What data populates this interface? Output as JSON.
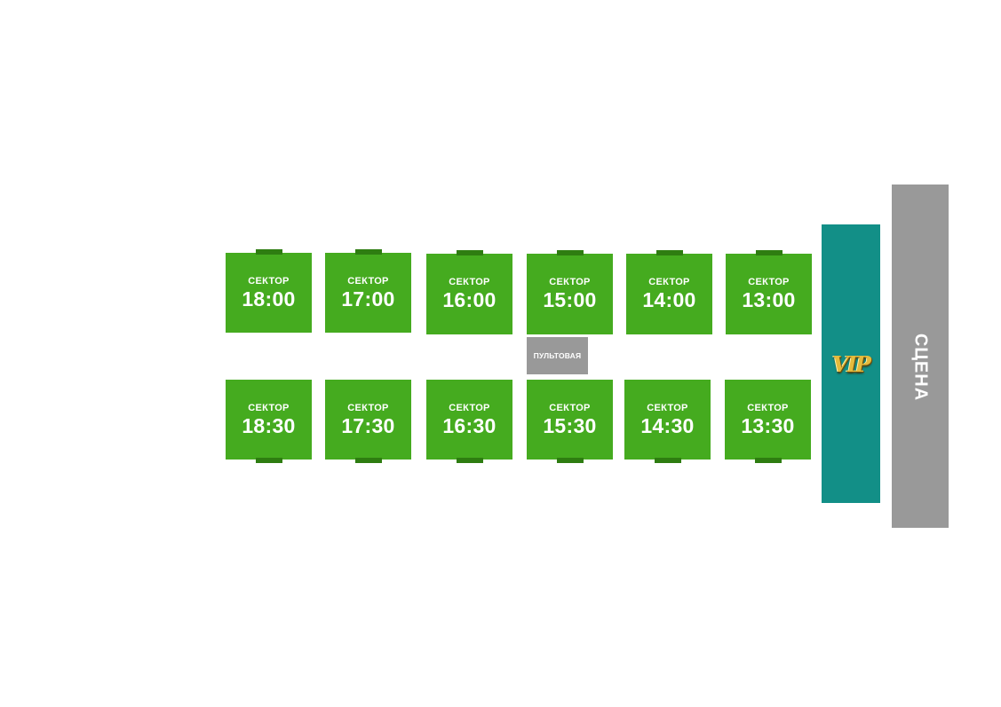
{
  "sector_label": "СЕКТОР",
  "top_row": [
    {
      "time": "18:00"
    },
    {
      "time": "17:00"
    },
    {
      "time": "16:00"
    },
    {
      "time": "15:00"
    },
    {
      "time": "14:00"
    },
    {
      "time": "13:00"
    }
  ],
  "bottom_row": [
    {
      "time": "18:30"
    },
    {
      "time": "17:30"
    },
    {
      "time": "16:30"
    },
    {
      "time": "15:30"
    },
    {
      "time": "14:30"
    },
    {
      "time": "13:30"
    }
  ],
  "control_booth": {
    "label": "ПУЛЬТОВАЯ"
  },
  "vip": {
    "label": "VIP"
  },
  "stage": {
    "label": "СЦЕНА"
  },
  "colors": {
    "sector": "#45ab1f",
    "entrance": "#2e7d11",
    "vip_zone": "#128f87",
    "stage": "#999999",
    "control_booth": "#999999",
    "vip_logo": "#e4bb3c"
  }
}
